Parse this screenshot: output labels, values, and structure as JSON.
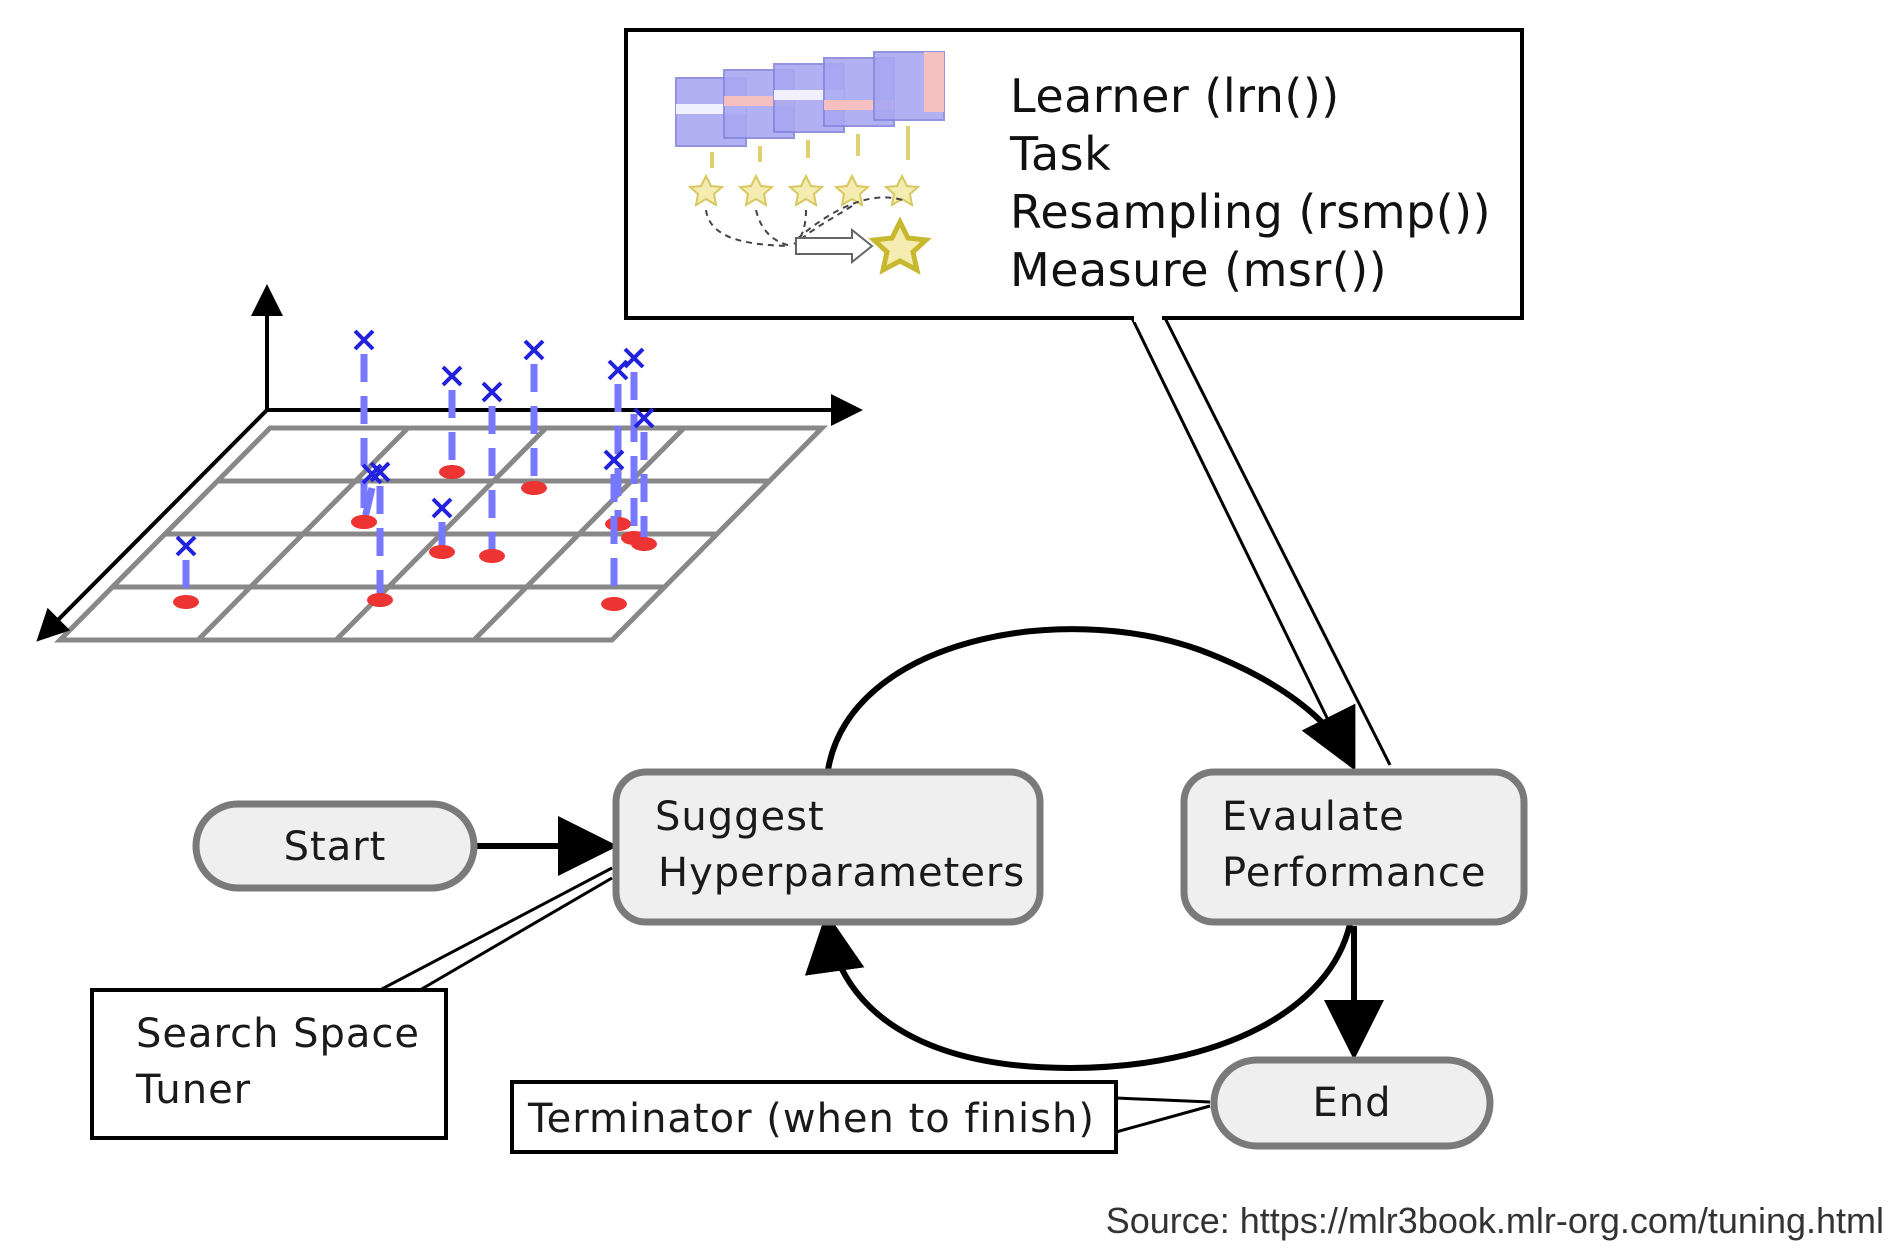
{
  "nodes": {
    "start": "Start",
    "suggest_line1": "Suggest",
    "suggest_line2": "Hyperparameters",
    "evaluate_line1": "Evaulate",
    "evaluate_line2": "Performance",
    "end": "End"
  },
  "callouts": {
    "evaluation_components": [
      "Learner (lrn())",
      "Task",
      "Resampling (rsmp())",
      "Measure (msr())"
    ],
    "search": [
      "Search Space",
      "Tuner"
    ],
    "terminator": "Terminator (when to finish)"
  },
  "source": "Source: https://mlr3book.mlr-org.com/tuning.html",
  "colors": {
    "node_fill": "#efefef",
    "node_stroke": "#7a7a7a",
    "point_marker": "#2222dd",
    "point_stem": "#7777ff",
    "point_base": "#ee3333",
    "grid": "#888888",
    "star": "#e8d870"
  }
}
